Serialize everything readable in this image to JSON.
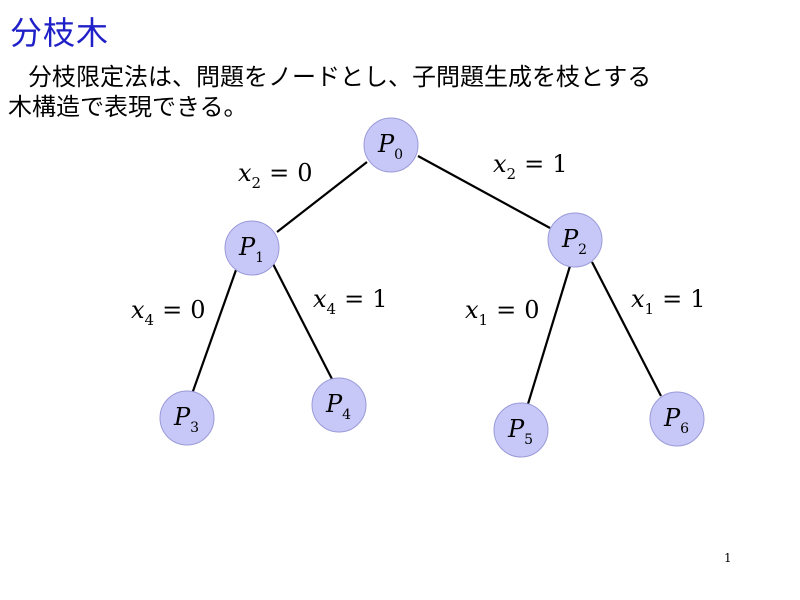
{
  "slide": {
    "title": "分枝木",
    "text_line1": "分枝限定法は、問題をノードとし、子問題生成を枝とする",
    "text_line2": "木構造で表現できる。",
    "page_number": "1"
  },
  "tree": {
    "nodes": [
      {
        "id": "P0",
        "letter": "P",
        "sub": "0"
      },
      {
        "id": "P1",
        "letter": "P",
        "sub": "1"
      },
      {
        "id": "P2",
        "letter": "P",
        "sub": "2"
      },
      {
        "id": "P3",
        "letter": "P",
        "sub": "3"
      },
      {
        "id": "P4",
        "letter": "P",
        "sub": "4"
      },
      {
        "id": "P5",
        "letter": "P",
        "sub": "5"
      },
      {
        "id": "P6",
        "letter": "P",
        "sub": "6"
      }
    ],
    "edges": [
      {
        "from": "P0",
        "to": "P1",
        "var": "x",
        "sub": "2",
        "value": "0"
      },
      {
        "from": "P0",
        "to": "P2",
        "var": "x",
        "sub": "2",
        "value": "1"
      },
      {
        "from": "P1",
        "to": "P3",
        "var": "x",
        "sub": "4",
        "value": "0"
      },
      {
        "from": "P1",
        "to": "P4",
        "var": "x",
        "sub": "4",
        "value": "1"
      },
      {
        "from": "P2",
        "to": "P5",
        "var": "x",
        "sub": "1",
        "value": "0"
      },
      {
        "from": "P2",
        "to": "P6",
        "var": "x",
        "sub": "1",
        "value": "1"
      }
    ]
  }
}
